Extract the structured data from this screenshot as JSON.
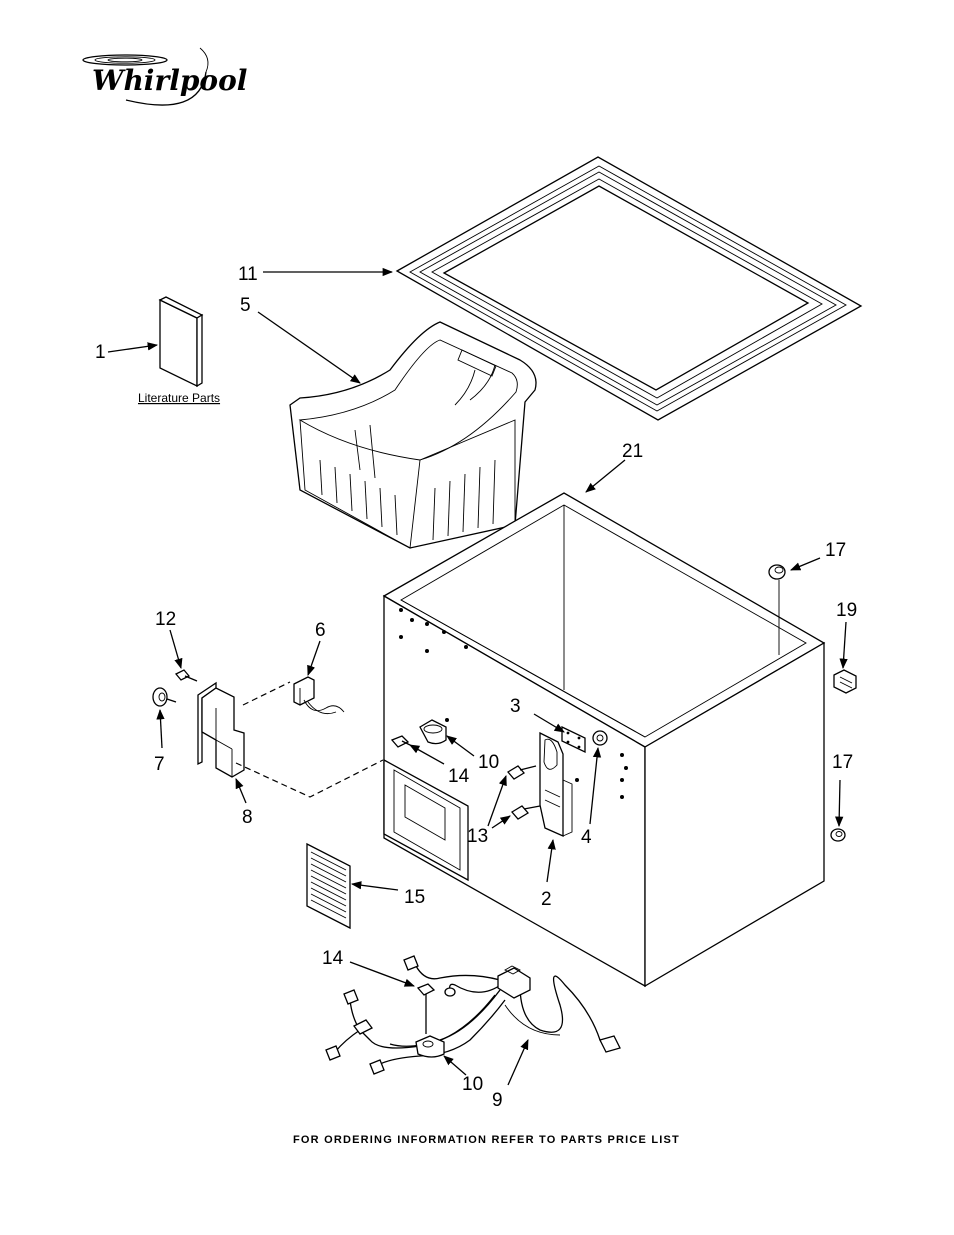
{
  "brand": "Whirlpool",
  "literature_label": "Literature Parts",
  "footer": "FOR ORDERING INFORMATION REFER TO PARTS PRICE LIST",
  "callouts": [
    {
      "id": "c11",
      "label": "11"
    },
    {
      "id": "c5",
      "label": "5"
    },
    {
      "id": "c1",
      "label": "1"
    },
    {
      "id": "c21",
      "label": "21"
    },
    {
      "id": "c17a",
      "label": "17"
    },
    {
      "id": "c19",
      "label": "19"
    },
    {
      "id": "c12",
      "label": "12"
    },
    {
      "id": "c6",
      "label": "6"
    },
    {
      "id": "c7",
      "label": "7"
    },
    {
      "id": "c8",
      "label": "8"
    },
    {
      "id": "c3",
      "label": "3"
    },
    {
      "id": "c10a",
      "label": "10"
    },
    {
      "id": "c14a",
      "label": "14"
    },
    {
      "id": "c13",
      "label": "13"
    },
    {
      "id": "c4",
      "label": "4"
    },
    {
      "id": "c17b",
      "label": "17"
    },
    {
      "id": "c15",
      "label": "15"
    },
    {
      "id": "c2",
      "label": "2"
    },
    {
      "id": "c14b",
      "label": "14"
    },
    {
      "id": "c10b",
      "label": "10"
    },
    {
      "id": "c9",
      "label": "9"
    }
  ]
}
